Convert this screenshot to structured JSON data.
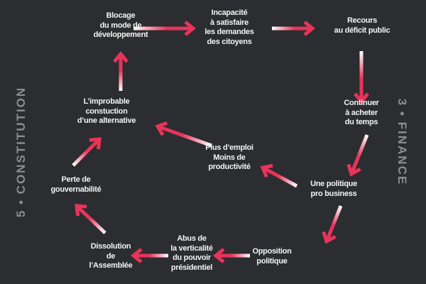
{
  "colors": {
    "background": "#2b2d30",
    "accent": "#e8335a",
    "side_label": "#8b8d90"
  },
  "side_labels": {
    "left": "5 • CONSTITUTION",
    "right": "3 • FINANCE"
  },
  "nodes": {
    "blocage": [
      "Blocage",
      "du mode de",
      "développement"
    ],
    "incapacite": [
      "Incapacité",
      "à satisfaire",
      "les demandes",
      "des citoyens"
    ],
    "recours": [
      "Recours",
      "au déficit public"
    ],
    "continuer": [
      "Continuer",
      "à acheter",
      "du temps"
    ],
    "politique": [
      "Une politique",
      "pro business"
    ],
    "emploi": [
      "Plus d’emploi",
      "Moins de",
      "productivité"
    ],
    "alternative": [
      "L’improbable",
      "constuction",
      "d’une alternative"
    ],
    "perte": [
      "Perte de",
      "gouvernabilité"
    ],
    "dissolution": [
      "Dissolution",
      "de",
      "l’Assemblée"
    ],
    "abus": [
      "Abus de",
      "la verticalité",
      "du pouvoir",
      "présidentiel"
    ],
    "opposition": [
      "Opposition",
      "politique"
    ]
  }
}
